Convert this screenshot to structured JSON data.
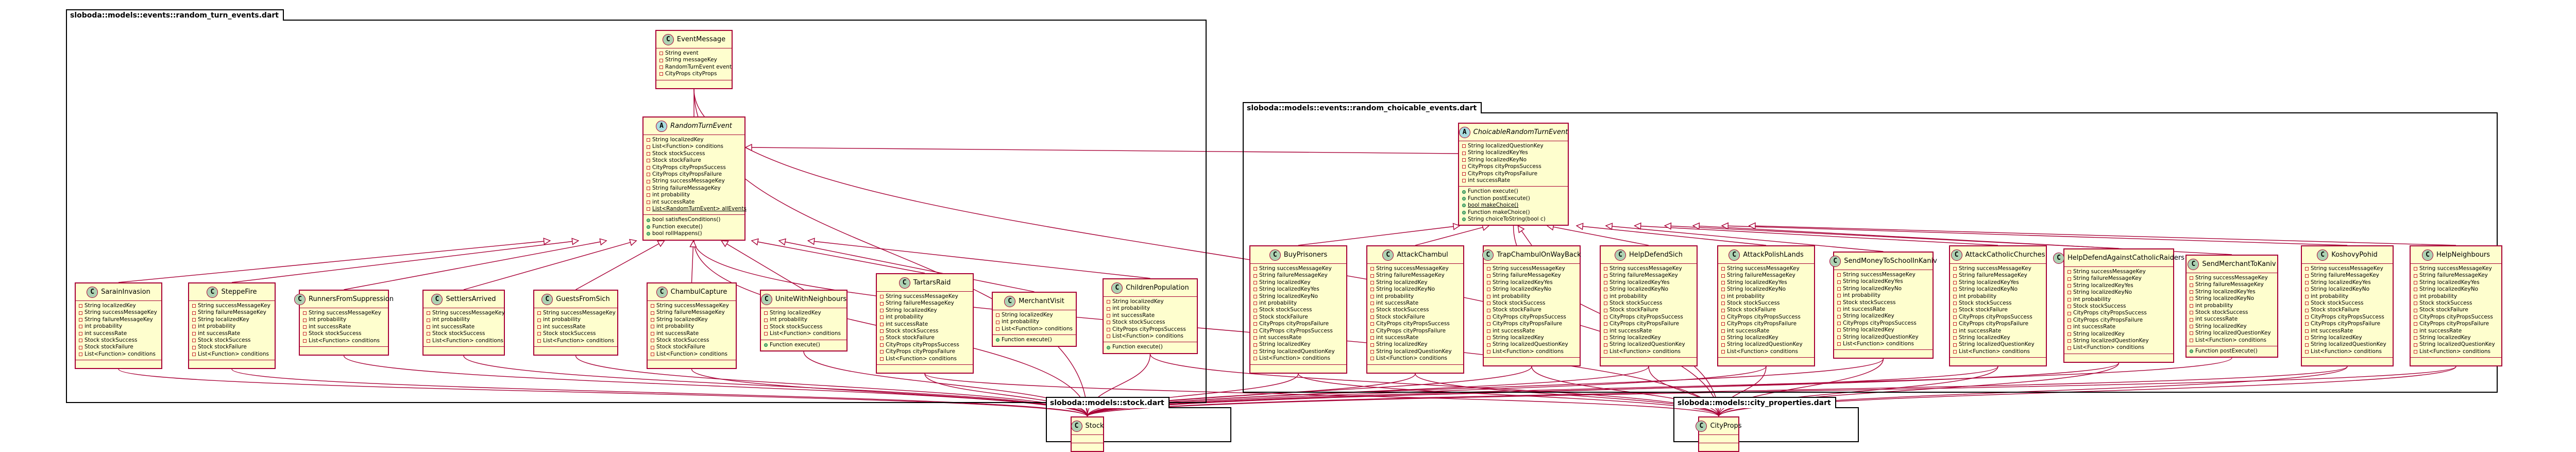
{
  "packages": {
    "random_turn": "sloboda::models::events::random_turn_events.dart",
    "choicable": "sloboda::models::events::random_choicable_events.dart",
    "stock": "sloboda::models::stock.dart",
    "city_props": "sloboda::models::city_properties.dart"
  },
  "classes": {
    "EventMessage": {
      "name": "EventMessage",
      "kind": "class",
      "fields": [
        "String event",
        "String messageKey",
        "RandomTurnEvent event",
        "CityProps cityProps"
      ],
      "methods": []
    },
    "RandomTurnEvent": {
      "name": "RandomTurnEvent",
      "kind": "abstract",
      "fields": [
        "String localizedKey",
        "List<Function> conditions",
        "Stock stockSuccess",
        "Stock stockFailure",
        "CityProps cityPropsSuccess",
        "CityProps cityPropsFailure",
        "String successMessageKey",
        "String failureMessageKey",
        "int probability",
        "int successRate",
        "List<RandomTurnEvent> allEvents"
      ],
      "methods": [
        "bool satisfiesConditions()",
        "Function execute()",
        "bool rollHappens()"
      ],
      "staticFields": [
        10
      ]
    },
    "SarainInvasion": {
      "name": "SarainInvasion",
      "kind": "class",
      "fields": [
        "String localizedKey",
        "String successMessageKey",
        "String failureMessageKey",
        "int probability",
        "int successRate",
        "Stock stockSuccess",
        "Stock stockFailure",
        "List<Function> conditions"
      ],
      "methods": []
    },
    "SteppeFire": {
      "name": "SteppeFire",
      "kind": "class",
      "fields": [
        "String successMessageKey",
        "String failureMessageKey",
        "String localizedKey",
        "int probability",
        "int successRate",
        "Stock stockSuccess",
        "Stock stockFailure",
        "List<Function> conditions"
      ],
      "methods": []
    },
    "RunnersFromSuppression": {
      "name": "RunnersFromSuppression",
      "kind": "class",
      "fields": [
        "String successMessageKey",
        "int probability",
        "int successRate",
        "Stock stockSuccess",
        "List<Function> conditions"
      ],
      "methods": []
    },
    "SettlersArrived": {
      "name": "SettlersArrived",
      "kind": "class",
      "fields": [
        "String successMessageKey",
        "int probability",
        "int successRate",
        "Stock stockSuccess",
        "List<Function> conditions"
      ],
      "methods": []
    },
    "GuestsFromSich": {
      "name": "GuestsFromSich",
      "kind": "class",
      "fields": [
        "String successMessageKey",
        "int probability",
        "int successRate",
        "Stock stockSuccess",
        "List<Function> conditions"
      ],
      "methods": []
    },
    "ChambulCapture": {
      "name": "ChambulCapture",
      "kind": "class",
      "fields": [
        "String successMessageKey",
        "String failureMessageKey",
        "String localizedKey",
        "int probability",
        "int successRate",
        "Stock stockSuccess",
        "Stock stockFailure",
        "List<Function> conditions"
      ],
      "methods": []
    },
    "UniteWithNeighbours": {
      "name": "UniteWithNeighbours",
      "kind": "class",
      "fields": [
        "String localizedKey",
        "int probability",
        "Stock stockSuccess",
        "List<Function> conditions"
      ],
      "methods": [
        "Function execute()"
      ]
    },
    "TartarsRaid": {
      "name": "TartarsRaid",
      "kind": "class",
      "fields": [
        "String successMessageKey",
        "String failureMessageKey",
        "String localizedKey",
        "int probability",
        "int successRate",
        "Stock stockSuccess",
        "Stock stockFailure",
        "CityProps cityPropsSuccess",
        "CityProps cityPropsFailure",
        "List<Function> conditions"
      ],
      "methods": []
    },
    "MerchantVisit": {
      "name": "MerchantVisit",
      "kind": "class",
      "fields": [
        "String localizedKey",
        "int probability",
        "List<Function> conditions"
      ],
      "methods": [
        "Function execute()"
      ]
    },
    "ChildrenPopulation": {
      "name": "ChildrenPopulation",
      "kind": "class",
      "fields": [
        "String localizedKey",
        "int probability",
        "int successRate",
        "Stock stockSuccess",
        "CityProps cityPropsSuccess",
        "List<Function> conditions"
      ],
      "methods": [
        "Function execute()"
      ]
    },
    "ChoicableRandomTurnEvent": {
      "name": "ChoicableRandomTurnEvent",
      "kind": "abstract",
      "fields": [
        "String localizedQuestionKey",
        "String localizedKeyYes",
        "String localizedKeyNo",
        "CityProps cityPropsSuccess",
        "CityProps cityPropsFailure",
        "int successRate"
      ],
      "methods": [
        "Function execute()",
        "Function postExecute()",
        "bool makeChoice()",
        "Function makeChoice()",
        "String choiceToString(bool c)"
      ],
      "underlineMethods": [
        2
      ]
    },
    "BuyPrisoners": {
      "name": "BuyPrisoners",
      "kind": "class",
      "fields": [
        "String successMessageKey",
        "String failureMessageKey",
        "String localizedKey",
        "String localizedKeyYes",
        "String localizedKeyNo",
        "int probability",
        "Stock stockSuccess",
        "Stock stockFailure",
        "CityProps cityPropsFailure",
        "CityProps cityPropsSuccess",
        "int successRate",
        "String localizedKey",
        "String localizedQuestionKey",
        "List<Function> conditions"
      ],
      "methods": []
    },
    "AttackChambul": {
      "name": "AttackChambul",
      "kind": "class",
      "fields": [
        "String successMessageKey",
        "String failureMessageKey",
        "String localizedKey",
        "String localizedKeyNo",
        "int probability",
        "int successRate",
        "Stock stockSuccess",
        "Stock stockFailure",
        "CityProps cityPropsSuccess",
        "CityProps cityPropsFailure",
        "int successRate",
        "String localizedKey",
        "String localizedQuestionKey",
        "List<Function> conditions"
      ],
      "methods": []
    },
    "TrapChambulOnWayBack": {
      "name": "TrapChambulOnWayBack",
      "kind": "class",
      "fields": [
        "String successMessageKey",
        "String failureMessageKey",
        "String localizedKeyYes",
        "String localizedKeyNo",
        "int probability",
        "Stock stockSuccess",
        "Stock stockFailure",
        "CityProps cityPropsSuccess",
        "CityProps cityPropsFailure",
        "int successRate",
        "String localizedKey",
        "String localizedQuestionKey",
        "List<Function> conditions"
      ],
      "methods": []
    },
    "HelpDefendSich": {
      "name": "HelpDefendSich",
      "kind": "class",
      "fields": [
        "String successMessageKey",
        "String failureMessageKey",
        "String localizedKeyYes",
        "String localizedKeyNo",
        "int probability",
        "Stock stockSuccess",
        "Stock stockFailure",
        "CityProps cityPropsSuccess",
        "CityProps cityPropsFailure",
        "int successRate",
        "String localizedKey",
        "String localizedQuestionKey",
        "List<Function> conditions"
      ],
      "methods": []
    },
    "AttackPolishLands": {
      "name": "AttackPolishLands",
      "kind": "class",
      "fields": [
        "String successMessageKey",
        "String failureMessageKey",
        "String localizedKeyYes",
        "String localizedKeyNo",
        "int probability",
        "Stock stockSuccess",
        "Stock stockFailure",
        "CityProps cityPropsSuccess",
        "CityProps cityPropsFailure",
        "int successRate",
        "String localizedKey",
        "String localizedQuestionKey",
        "List<Function> conditions"
      ],
      "methods": []
    },
    "SendMoneyToSchoolInKaniv": {
      "name": "SendMoneyToSchoolInKaniv",
      "kind": "class",
      "fields": [
        "String successMessageKey",
        "String localizedKeyYes",
        "String localizedKeyNo",
        "int probability",
        "Stock stockSuccess",
        "int successRate",
        "String localizedKey",
        "CityProps cityPropsSuccess",
        "String localizedKey",
        "String localizedQuestionKey",
        "List<Function> conditions"
      ],
      "methods": []
    },
    "AttackCatholicChurches": {
      "name": "AttackCatholicChurches",
      "kind": "class",
      "fields": [
        "String successMessageKey",
        "String failureMessageKey",
        "String localizedKeyYes",
        "String localizedKeyNo",
        "int probability",
        "Stock stockSuccess",
        "Stock stockFailure",
        "CityProps cityPropsSuccess",
        "CityProps cityPropsFailure",
        "int successRate",
        "String localizedKey",
        "String localizedQuestionKey",
        "List<Function> conditions"
      ],
      "methods": []
    },
    "HelpDefendAgainstCatholicRaiders": {
      "name": "HelpDefendAgainstCatholicRaiders",
      "kind": "class",
      "fields": [
        "String successMessageKey",
        "String failureMessageKey",
        "String localizedKeyYes",
        "String localizedKeyNo",
        "int probability",
        "Stock stockSuccess",
        "CityProps cityPropsSuccess",
        "CityProps cityPropsFailure",
        "int successRate",
        "String localizedKey",
        "String localizedQuestionKey",
        "List<Function> conditions"
      ],
      "methods": []
    },
    "SendMerchantToKaniv": {
      "name": "SendMerchantToKaniv",
      "kind": "class",
      "fields": [
        "String successMessageKey",
        "String failureMessageKey",
        "String localizedKeyYes",
        "String localizedKeyNo",
        "int probability",
        "Stock stockSuccess",
        "int successRate",
        "String localizedKey",
        "String localizedQuestionKey",
        "List<Function> conditions"
      ],
      "methods": [
        "Function postExecute()"
      ]
    },
    "KoshovyPohid": {
      "name": "KoshovyPohid",
      "kind": "class",
      "fields": [
        "String successMessageKey",
        "String failureMessageKey",
        "String localizedKeyYes",
        "String localizedKeyNo",
        "int probability",
        "Stock stockSuccess",
        "Stock stockFailure",
        "CityProps cityPropsSuccess",
        "CityProps cityPropsFailure",
        "int successRate",
        "String localizedKey",
        "String localizedQuestionKey",
        "List<Function> conditions"
      ],
      "methods": []
    },
    "HelpNeighbours": {
      "name": "HelpNeighbours",
      "kind": "class",
      "fields": [
        "String successMessageKey",
        "String failureMessageKey",
        "String localizedKeyYes",
        "String localizedKeyNo",
        "int probability",
        "Stock stockSuccess",
        "Stock stockFailure",
        "CityProps cityPropsSuccess",
        "CityProps cityPropsFailure",
        "int successRate",
        "String localizedKey",
        "String localizedQuestionKey",
        "List<Function> conditions"
      ],
      "methods": []
    },
    "Stock": {
      "name": "Stock",
      "kind": "class",
      "fields": [],
      "methods": []
    },
    "CityProps": {
      "name": "CityProps",
      "kind": "class",
      "fields": [],
      "methods": []
    }
  },
  "relations": {
    "inheritance": [
      [
        "SarainInvasion",
        "RandomTurnEvent"
      ],
      [
        "SteppeFire",
        "RandomTurnEvent"
      ],
      [
        "RunnersFromSuppression",
        "RandomTurnEvent"
      ],
      [
        "SettlersArrived",
        "RandomTurnEvent"
      ],
      [
        "GuestsFromSich",
        "RandomTurnEvent"
      ],
      [
        "ChambulCapture",
        "RandomTurnEvent"
      ],
      [
        "UniteWithNeighbours",
        "RandomTurnEvent"
      ],
      [
        "TartarsRaid",
        "RandomTurnEvent"
      ],
      [
        "MerchantVisit",
        "RandomTurnEvent"
      ],
      [
        "ChildrenPopulation",
        "RandomTurnEvent"
      ],
      [
        "ChoicableRandomTurnEvent",
        "RandomTurnEvent"
      ],
      [
        "BuyPrisoners",
        "ChoicableRandomTurnEvent"
      ],
      [
        "AttackChambul",
        "ChoicableRandomTurnEvent"
      ],
      [
        "TrapChambulOnWayBack",
        "ChoicableRandomTurnEvent"
      ],
      [
        "HelpDefendSich",
        "ChoicableRandomTurnEvent"
      ],
      [
        "AttackPolishLands",
        "ChoicableRandomTurnEvent"
      ],
      [
        "SendMoneyToSchoolInKaniv",
        "ChoicableRandomTurnEvent"
      ],
      [
        "AttackCatholicChurches",
        "ChoicableRandomTurnEvent"
      ],
      [
        "HelpDefendAgainstCatholicRaiders",
        "ChoicableRandomTurnEvent"
      ],
      [
        "SendMerchantToKaniv",
        "ChoicableRandomTurnEvent"
      ],
      [
        "KoshovyPohid",
        "ChoicableRandomTurnEvent"
      ],
      [
        "HelpNeighbours",
        "ChoicableRandomTurnEvent"
      ]
    ],
    "association": [
      [
        "EventMessage",
        "RandomTurnEvent"
      ],
      [
        "EventMessage",
        "Stock"
      ],
      [
        "EventMessage",
        "CityProps"
      ],
      [
        "RandomTurnEvent",
        "Stock"
      ],
      [
        "RandomTurnEvent",
        "CityProps"
      ],
      [
        "SarainInvasion",
        "Stock"
      ],
      [
        "SteppeFire",
        "Stock"
      ],
      [
        "RunnersFromSuppression",
        "Stock"
      ],
      [
        "SettlersArrived",
        "Stock"
      ],
      [
        "GuestsFromSich",
        "Stock"
      ],
      [
        "ChambulCapture",
        "Stock"
      ],
      [
        "UniteWithNeighbours",
        "Stock"
      ],
      [
        "TartarsRaid",
        "Stock"
      ],
      [
        "TartarsRaid",
        "CityProps"
      ],
      [
        "ChildrenPopulation",
        "Stock"
      ],
      [
        "ChildrenPopulation",
        "CityProps"
      ],
      [
        "ChoicableRandomTurnEvent",
        "CityProps"
      ],
      [
        "BuyPrisoners",
        "Stock"
      ],
      [
        "BuyPrisoners",
        "CityProps"
      ],
      [
        "AttackChambul",
        "Stock"
      ],
      [
        "AttackChambul",
        "CityProps"
      ],
      [
        "TrapChambulOnWayBack",
        "Stock"
      ],
      [
        "TrapChambulOnWayBack",
        "CityProps"
      ],
      [
        "HelpDefendSich",
        "Stock"
      ],
      [
        "HelpDefendSich",
        "CityProps"
      ],
      [
        "AttackPolishLands",
        "Stock"
      ],
      [
        "AttackPolishLands",
        "CityProps"
      ],
      [
        "SendMoneyToSchoolInKaniv",
        "Stock"
      ],
      [
        "SendMoneyToSchoolInKaniv",
        "CityProps"
      ],
      [
        "AttackCatholicChurches",
        "Stock"
      ],
      [
        "AttackCatholicChurches",
        "CityProps"
      ],
      [
        "HelpDefendAgainstCatholicRaiders",
        "Stock"
      ],
      [
        "HelpDefendAgainstCatholicRaiders",
        "CityProps"
      ],
      [
        "SendMerchantToKaniv",
        "Stock"
      ],
      [
        "KoshovyPohid",
        "Stock"
      ],
      [
        "KoshovyPohid",
        "CityProps"
      ],
      [
        "HelpNeighbours",
        "Stock"
      ],
      [
        "HelpNeighbours",
        "CityProps"
      ]
    ]
  },
  "colors": {
    "class_fill": "#fefece",
    "border": "#a80036",
    "class_badge": "#add1b2",
    "abstract_badge": "#a9dcdf",
    "field_private": "#c82930",
    "method_public": "#84be84"
  }
}
